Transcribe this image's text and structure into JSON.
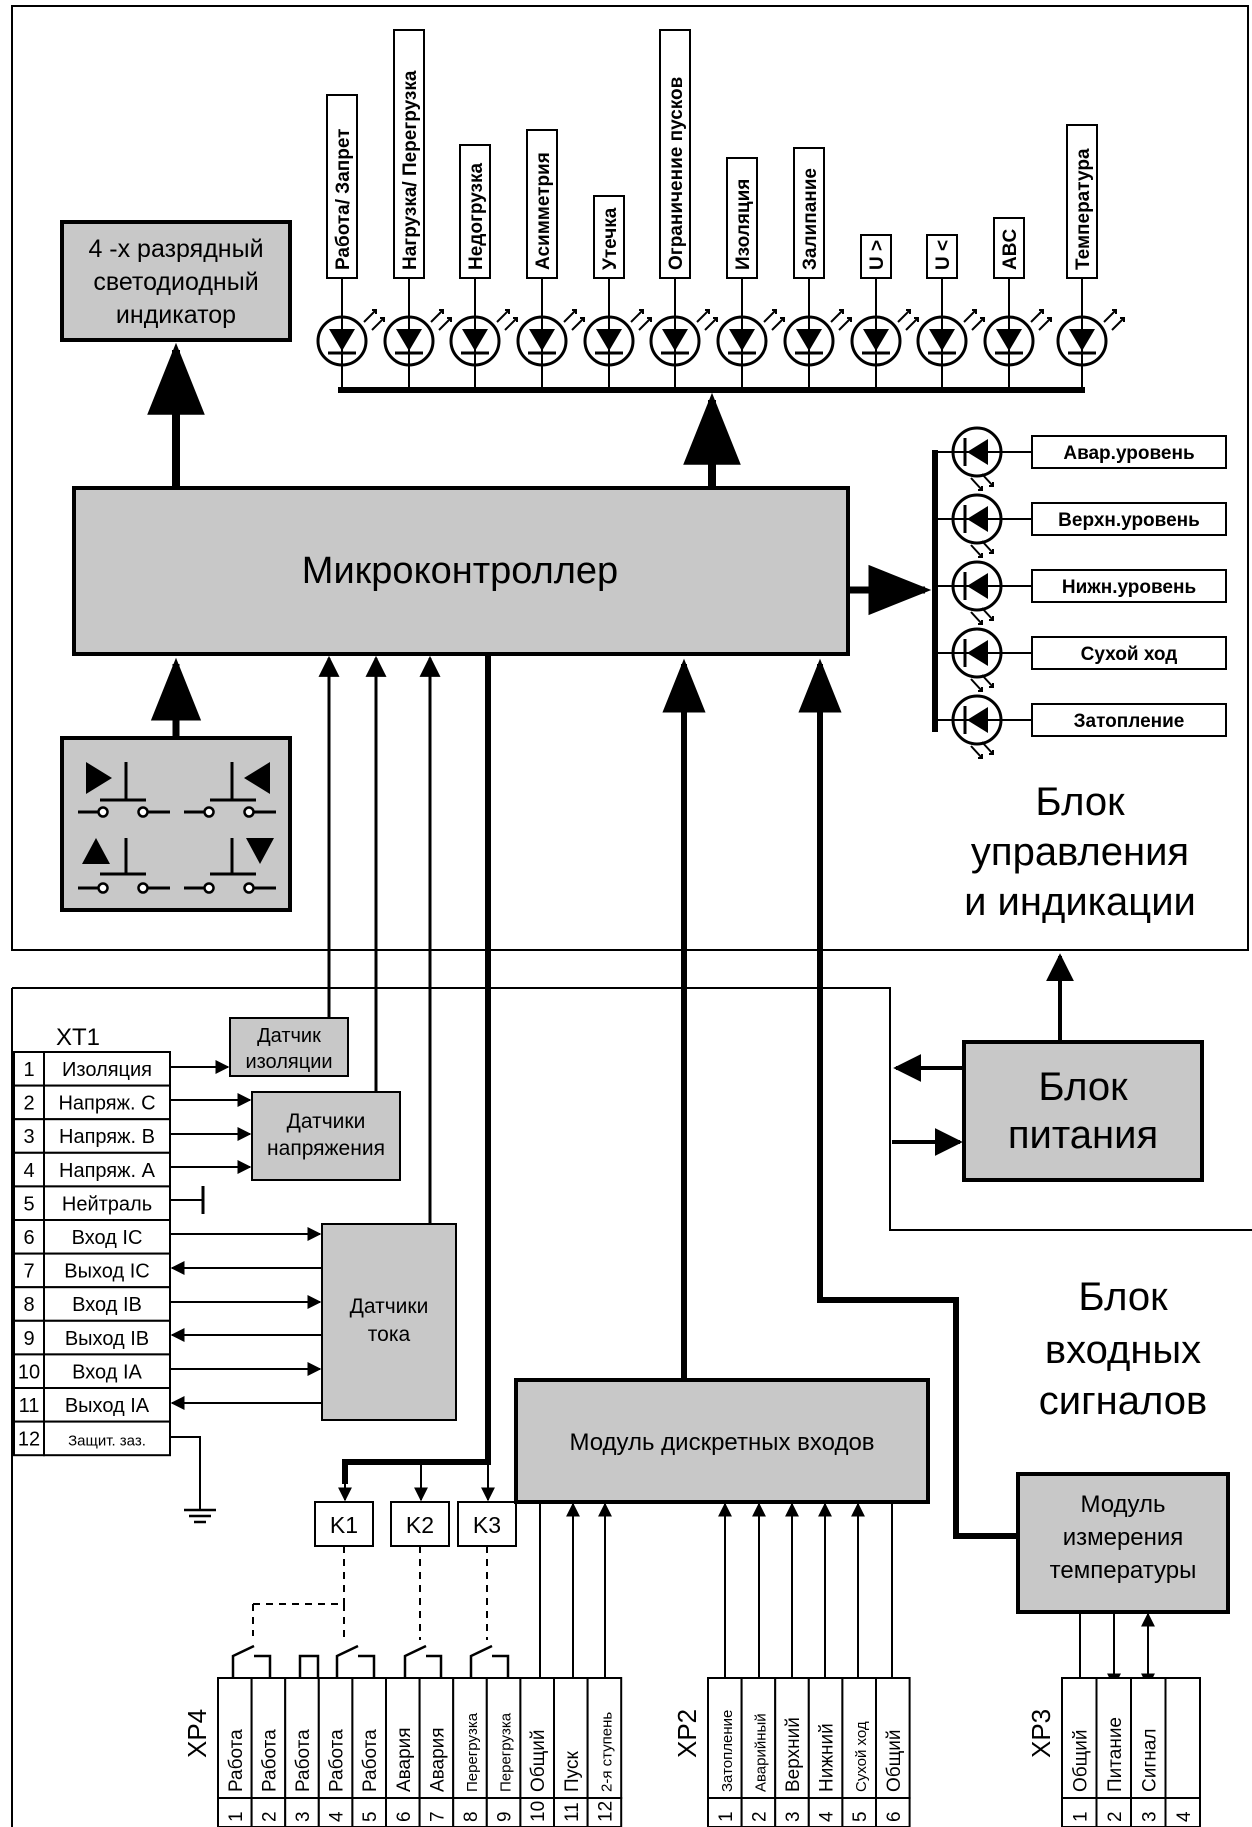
{
  "top_indicator": [
    "4 -х разрядный",
    "светодиодный",
    "индикатор"
  ],
  "microcontroller": "Микроконтроллер",
  "top_leds": [
    "Работа/ Запрет",
    "Нагрузка/ Перегрузка",
    "Недогрузка",
    "Асимметрия",
    "Утечка",
    "Ограничение пусков",
    "Изоляция",
    "Залипание",
    "U >",
    "U <",
    "ABC",
    "Температура"
  ],
  "level_leds": [
    "Авар.уровень",
    "Верхн.уровень",
    "Нижн.уровень",
    "Сухой ход",
    "Затопление"
  ],
  "control_block": [
    "Блок",
    "управления",
    "и индикации"
  ],
  "power_block": [
    "Блок",
    "питания"
  ],
  "input_block": [
    "Блок",
    "входных",
    "сигналов"
  ],
  "xt1": {
    "title": "XT1",
    "numbers": [
      "1",
      "2",
      "3",
      "4",
      "5",
      "6",
      "7",
      "8",
      "9",
      "10",
      "11",
      "12"
    ],
    "labels": [
      "Изоляция",
      "Напряж. C",
      "Напряж. B",
      "Напряж. A",
      "Нейтраль",
      "Вход IC",
      "Выход IC",
      "Вход IB",
      "Выход IB",
      "Вход IA",
      "Выход IA",
      "Защит. заз."
    ]
  },
  "sensor_isolation": [
    "Датчик",
    "изоляции"
  ],
  "sensor_voltage": [
    "Датчики",
    "напряжения"
  ],
  "sensor_current": [
    "Датчики",
    "тока"
  ],
  "relays": [
    "K1",
    "K2",
    "K3"
  ],
  "discrete_module": "Модуль дискретных входов",
  "temp_module": [
    "Модуль",
    "измерения",
    "температуры"
  ],
  "xp4": {
    "title": "XP4",
    "labels": [
      "Работа",
      "Работа",
      "Работа",
      "Работа",
      "Работа",
      "Авария",
      "Авария",
      "Перегрузка",
      "Перегрузка",
      "Общий",
      "Пуск",
      "2-я ступень"
    ],
    "numbers": [
      "1",
      "2",
      "3",
      "4",
      "5",
      "6",
      "7",
      "8",
      "9",
      "10",
      "11",
      "12"
    ]
  },
  "xp2": {
    "title": "XP2",
    "labels": [
      "Затопление",
      "Аварийный",
      "Верхний",
      "Нижний",
      "Сухой ход",
      "Общий"
    ],
    "numbers": [
      "1",
      "2",
      "3",
      "4",
      "5",
      "6"
    ]
  },
  "xp3": {
    "title": "XP3",
    "labels": [
      "Общий",
      "Питание",
      "Сигнал",
      ""
    ],
    "numbers": [
      "1",
      "2",
      "3",
      "4"
    ]
  }
}
